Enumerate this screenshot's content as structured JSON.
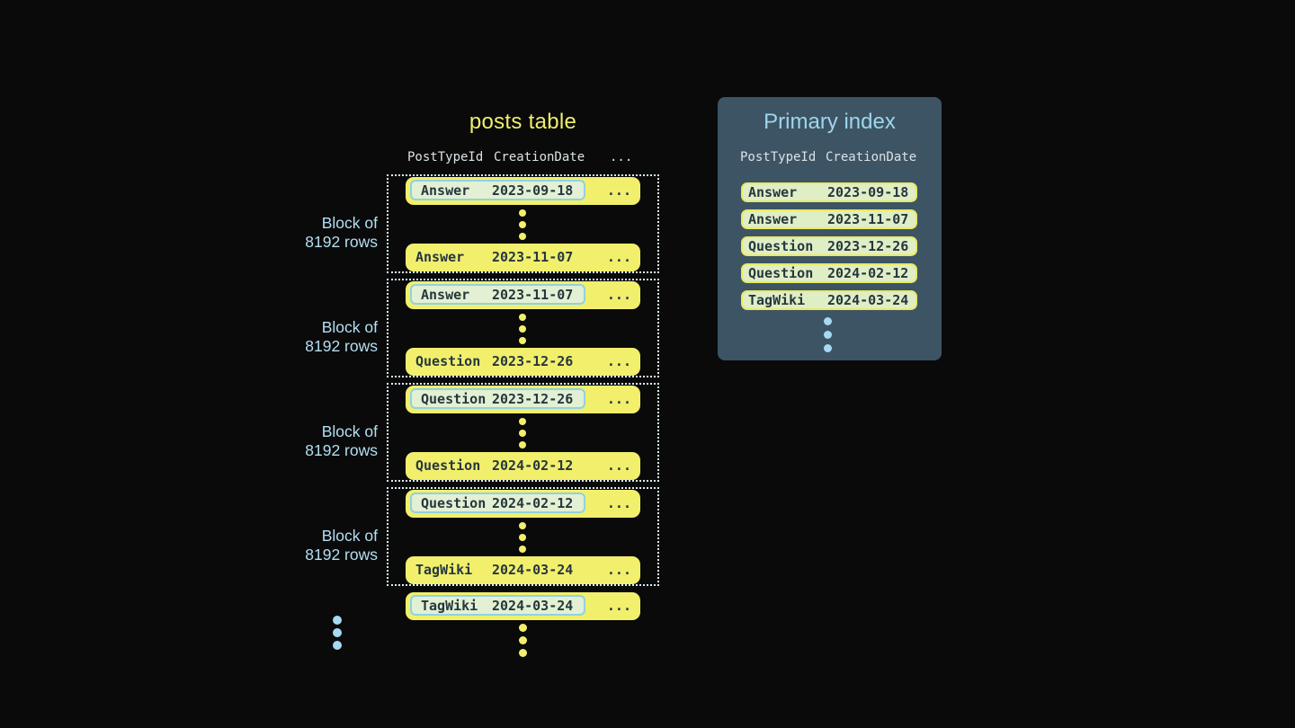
{
  "posts_table": {
    "title": "posts table",
    "columns": [
      "PostTypeId",
      "CreationDate",
      "..."
    ],
    "blocks": [
      {
        "label": [
          "Block of",
          "8192 rows"
        ],
        "first_row": {
          "post_type": "Answer",
          "creation_date": "2023-09-18",
          "more": "..."
        },
        "last_row": {
          "post_type": "Answer",
          "creation_date": "2023-11-07",
          "more": "..."
        }
      },
      {
        "label": [
          "Block of",
          "8192 rows"
        ],
        "first_row": {
          "post_type": "Answer",
          "creation_date": "2023-11-07",
          "more": "..."
        },
        "last_row": {
          "post_type": "Question",
          "creation_date": "2023-12-26",
          "more": "..."
        }
      },
      {
        "label": [
          "Block of",
          "8192 rows"
        ],
        "first_row": {
          "post_type": "Question",
          "creation_date": "2023-12-26",
          "more": "..."
        },
        "last_row": {
          "post_type": "Question",
          "creation_date": "2024-02-12",
          "more": "..."
        }
      },
      {
        "label": [
          "Block of",
          "8192 rows"
        ],
        "first_row": {
          "post_type": "Question",
          "creation_date": "2024-02-12",
          "more": "..."
        },
        "last_row": {
          "post_type": "TagWiki",
          "creation_date": "2024-03-24",
          "more": "..."
        }
      }
    ],
    "overflow_row": {
      "post_type": "TagWiki",
      "creation_date": "2024-03-24",
      "more": "..."
    }
  },
  "primary_index": {
    "title": "Primary index",
    "columns": [
      "PostTypeId",
      "CreationDate"
    ],
    "rows": [
      {
        "post_type": "Answer",
        "creation_date": "2023-09-18"
      },
      {
        "post_type": "Answer",
        "creation_date": "2023-11-07"
      },
      {
        "post_type": "Question",
        "creation_date": "2023-12-26"
      },
      {
        "post_type": "Question",
        "creation_date": "2024-02-12"
      },
      {
        "post_type": "TagWiki",
        "creation_date": "2024-03-24"
      }
    ]
  },
  "icons": {
    "row_ellipsis": "vertical-ellipsis-dots",
    "more_columns_ellipsis": "horizontal-ellipsis"
  },
  "colors": {
    "background": "#0a0a0b",
    "accent_yellow": "#f2ef6c",
    "accent_blue": "#a6daf1",
    "label_blue": "#b4dff2",
    "panel_background": "#3d5464",
    "panel_title_blue": "#9ed6ec",
    "highlight_cell_background": "#e3f0d3",
    "highlight_cell_border": "#8ed2e3",
    "index_row_background": "#e0eec6",
    "index_row_border": "#e9ea66",
    "dark_text": "#26373f",
    "header_text": "#dce2e5",
    "dotted_border": "#d9eff5"
  }
}
